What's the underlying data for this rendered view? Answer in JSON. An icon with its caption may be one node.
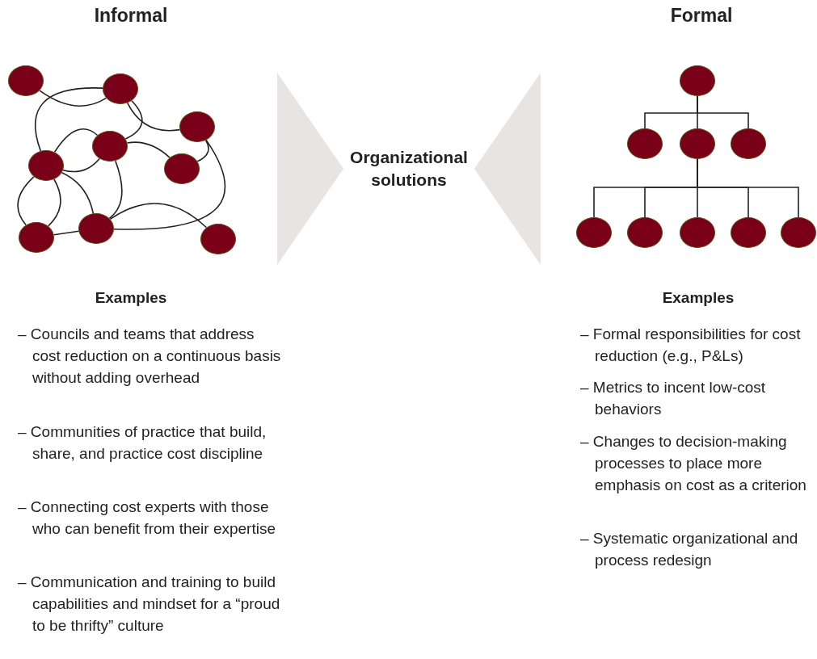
{
  "diagram": {
    "nodes": [
      {
        "text": [],
        "shape": "circle"
      },
      {
        "text": [],
        "shape": "circle"
      },
      {
        "text": [],
        "shape": "circle"
      },
      {
        "text": [],
        "shape": "circle"
      },
      {
        "text": [],
        "shape": "circle"
      },
      {
        "text": [],
        "shape": "circle"
      },
      {
        "text": [],
        "shape": "circle"
      },
      {
        "text": [],
        "shape": "circle"
      },
      {
        "text": [],
        "shape": "circle"
      },
      {
        "text": [
          "Organizational solutions"
        ]
      },
      {
        "text": [],
        "shape": "circle"
      },
      {
        "text": [],
        "shape": "circle"
      },
      {
        "text": [],
        "shape": "circle"
      },
      {
        "text": [],
        "shape": "circle"
      },
      {
        "text": [],
        "shape": "circle"
      },
      {
        "text": [],
        "shape": "circle"
      },
      {
        "text": [],
        "shape": "circle"
      },
      {
        "text": [],
        "shape": "circle"
      },
      {
        "text": [],
        "shape": "circle"
      }
    ],
    "edges": [
      {
        "from": 0,
        "to": 1,
        "arrow": "none"
      },
      {
        "from": 1,
        "to": 4,
        "arrow": "none"
      },
      {
        "from": 1,
        "to": 3,
        "arrow": "none"
      },
      {
        "from": 1,
        "to": 2,
        "arrow": "none"
      },
      {
        "from": 3,
        "to": 4,
        "arrow": "none"
      },
      {
        "from": 3,
        "to": 4,
        "arrow": "none"
      },
      {
        "from": 3,
        "to": 5,
        "arrow": "none"
      },
      {
        "from": 2,
        "to": 5,
        "arrow": "none"
      },
      {
        "from": 2,
        "to": 7,
        "arrow": "none"
      },
      {
        "from": 3,
        "to": 7,
        "arrow": "none"
      },
      {
        "from": 4,
        "to": 7,
        "arrow": "none"
      },
      {
        "from": 4,
        "to": 6,
        "arrow": "none"
      },
      {
        "from": 4,
        "to": 6,
        "arrow": "none"
      },
      {
        "from": 6,
        "to": 7,
        "arrow": "none"
      },
      {
        "from": 7,
        "to": 8,
        "arrow": "none"
      },
      {
        "from": null,
        "to": 9,
        "arrow": "to"
      },
      {
        "from": null,
        "to": 9,
        "arrow": "to"
      },
      {
        "from": 10,
        "to": 11,
        "arrow": "none"
      },
      {
        "from": 10,
        "to": 12,
        "arrow": "none"
      },
      {
        "from": 10,
        "to": 13,
        "arrow": "none"
      },
      {
        "from": 12,
        "to": 14,
        "arrow": "none"
      },
      {
        "from": 12,
        "to": 15,
        "arrow": "none"
      },
      {
        "from": 12,
        "to": 16,
        "arrow": "none"
      },
      {
        "from": 12,
        "to": 17,
        "arrow": "none"
      },
      {
        "from": 12,
        "to": 18,
        "arrow": "none"
      }
    ],
    "labels": [
      "Informal",
      "Formal",
      "Examples",
      "– Councils and teams that address cost reduction on a continuous basis without adding overhead",
      "– Communities of practice that build, share, and practice cost discipline",
      "– Connecting cost experts with those who can benefit from their expertise",
      "– Communication and training to build capabilities and mindset for a “proud to be thrifty” culture",
      "Examples",
      "– Formal responsibilities for cost reduction (e.g., P&Ls)",
      "– Metrics to incent low-cost behaviors",
      "– Changes to decision-making processes to place more emphasis on cost as a criterion",
      "– Systematic organizational and process redesign"
    ]
  }
}
